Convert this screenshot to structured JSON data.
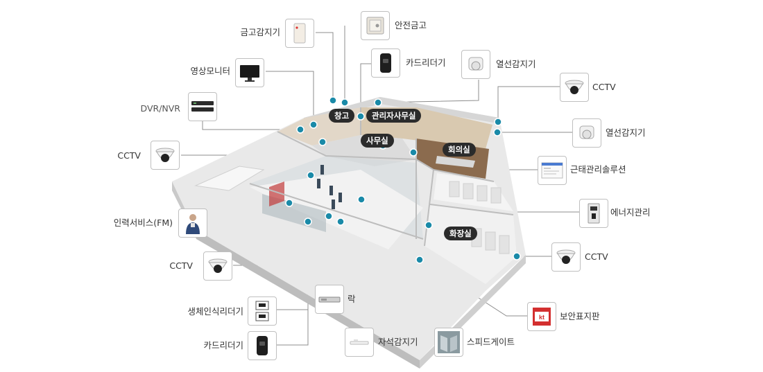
{
  "rooms": {
    "storage": "창고",
    "admin_office": "관리자사무실",
    "office": "사무실",
    "meeting": "회의실",
    "restroom": "화장실"
  },
  "devices": {
    "safe_sensor": "금고감지기",
    "safe": "안전금고",
    "card_reader_top": "카드리더기",
    "thermal_sensor_top": "열선감지기",
    "video_monitor": "영상모니터",
    "dvr_nvr": "DVR/NVR",
    "cctv_left": "CCTV",
    "cctv_top_right": "CCTV",
    "thermal_sensor_right": "열선감지기",
    "attendance": "근태관리솔루션",
    "energy": "에너지관리",
    "cctv_right": "CCTV",
    "security_sign": "보안표지판",
    "fm_service": "인력서비스(FM)",
    "cctv_bottom_left": "CCTV",
    "biometric_reader": "생체인식리더기",
    "card_reader_bottom": "카드리더기",
    "lock": "락",
    "magnetic_sensor": "자석감지기",
    "speed_gate": "스피드게이트"
  },
  "colors": {
    "connector_dot": "#1a8aa8",
    "room_label_bg": "#2b2b2b",
    "floor": "#e9e9e9",
    "wall": "#d8d8d8",
    "line": "#8c8c8c"
  },
  "icons": {
    "safe_sensor": "safe-sensor-icon",
    "safe": "safe-icon",
    "card_reader": "card-reader-icon",
    "thermal_sensor": "thermal-sensor-icon",
    "video_monitor": "monitor-icon",
    "dvr_nvr": "dvr-icon",
    "cctv": "dome-camera-icon",
    "attendance": "attendance-software-icon",
    "energy": "energy-panel-icon",
    "security_sign": "security-sign-icon",
    "fm_service": "worker-icon",
    "biometric_reader": "biometric-reader-icon",
    "lock": "magnetic-lock-icon",
    "magnetic_sensor": "magnetic-sensor-icon",
    "speed_gate": "speed-gate-icon"
  },
  "sign_text": "kt"
}
